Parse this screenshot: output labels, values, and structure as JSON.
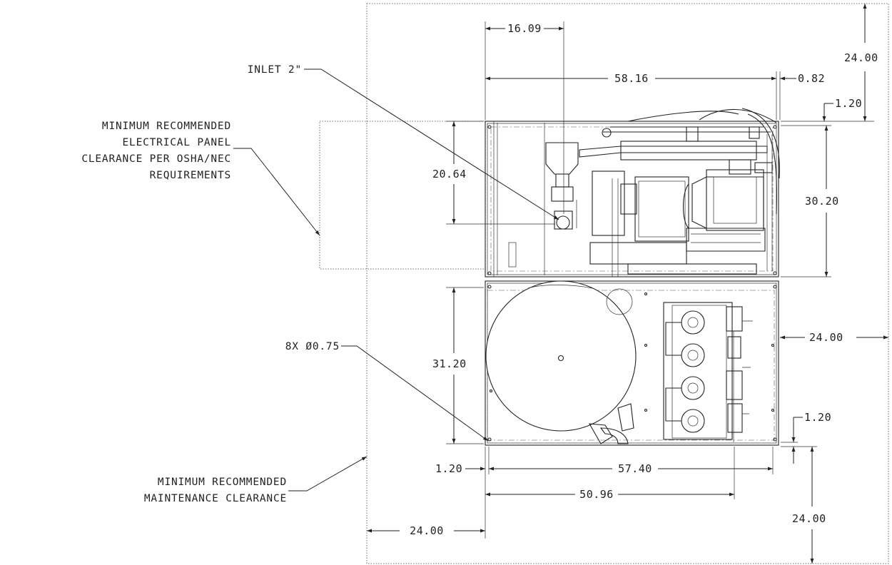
{
  "notes": {
    "inlet": "INLET 2\"",
    "electrical": [
      "MINIMUM RECOMMENDED",
      "ELECTRICAL PANEL",
      "CLEARANCE PER OSHA/NEC",
      "REQUIREMENTS"
    ],
    "holes": "8X Ø0.75",
    "maintenance": [
      "MINIMUM RECOMMENDED",
      "MAINTENANCE CLEARANCE"
    ]
  },
  "dimensions": {
    "d_16_09": "16.09",
    "d_58_16": "58.16",
    "d_0_82": "0.82",
    "d_24_top": "24.00",
    "d_1_20_top": "1.20",
    "d_20_64": "20.64",
    "d_30_20": "30.20",
    "d_31_20": "31.20",
    "d_24_right": "24.00",
    "d_1_20_right": "1.20",
    "d_1_20_left": "1.20",
    "d_57_40": "57.40",
    "d_50_96": "50.96",
    "d_24_left": "24.00",
    "d_24_bottom": "24.00"
  }
}
